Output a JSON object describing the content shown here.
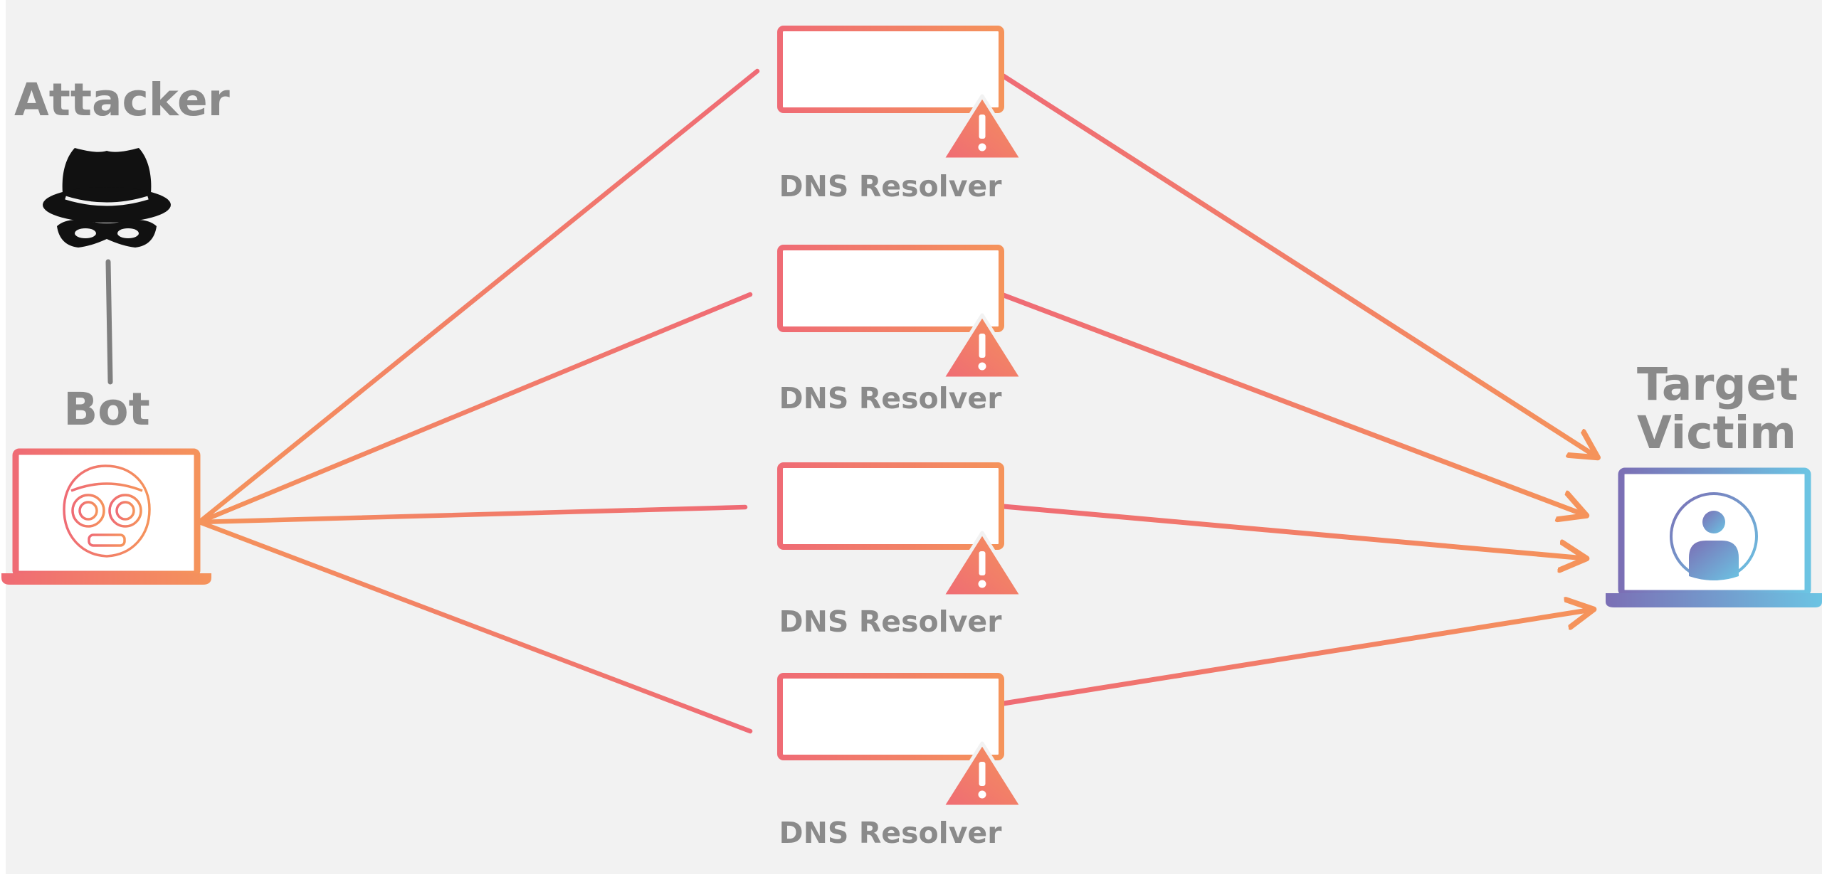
{
  "colors": {
    "background": "#f2f2f2",
    "label_gray": "#8a8a8a",
    "attack_pink": "#ef6b75",
    "attack_orange": "#f5935b",
    "victim_purple": "#7b6fb5",
    "victim_blue": "#6cc4e3",
    "attacker_black": "#111111"
  },
  "labels": {
    "attacker": "Attacker",
    "bot": "Bot",
    "target_line1": "Target",
    "target_line2": "Victim",
    "resolvers": [
      "DNS Resolver",
      "DNS Resolver",
      "DNS Resolver",
      "DNS Resolver"
    ]
  },
  "icons": {
    "attacker": "hat-mask-thief-icon",
    "bot": "laptop-robot-icon",
    "resolver": "server-warning-icon",
    "victim": "laptop-user-icon"
  }
}
